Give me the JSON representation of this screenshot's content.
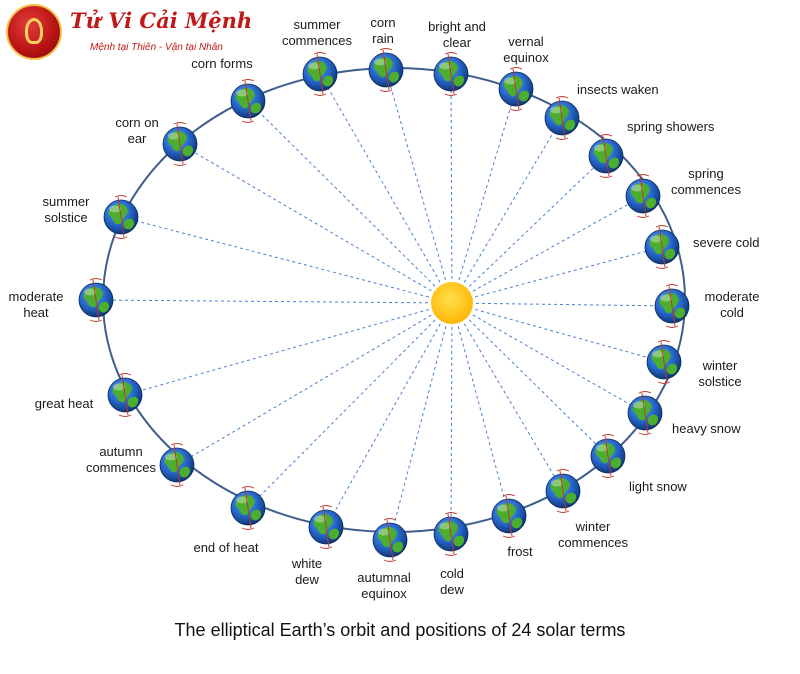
{
  "logo": {
    "title": "Tử Vi Cải Mệnh",
    "subtitle": "Mệnh tại Thiên - Vận tại Nhân"
  },
  "caption": "The elliptical Earth’s orbit and positions of 24 solar terms",
  "colors": {
    "orbit": "#3f5e8c",
    "rays": "#4a7fd0",
    "sun": "#ffc000",
    "earth_ocean": "#2565c7",
    "earth_land": "#4cae2f",
    "logo_red": "#c01818"
  },
  "terms": [
    {
      "key": "bright-and-clear",
      "label": [
        "bright and",
        "clear"
      ]
    },
    {
      "key": "vernal-equinox",
      "label": [
        "vernal",
        "equinox"
      ]
    },
    {
      "key": "insects-waken",
      "label": [
        "insects waken"
      ]
    },
    {
      "key": "spring-showers",
      "label": [
        "spring showers"
      ]
    },
    {
      "key": "spring-commences",
      "label": [
        "spring",
        "commences"
      ]
    },
    {
      "key": "severe-cold",
      "label": [
        "severe cold"
      ]
    },
    {
      "key": "moderate-cold",
      "label": [
        "moderate",
        "cold"
      ]
    },
    {
      "key": "winter-solstice",
      "label": [
        "winter",
        "solstice"
      ]
    },
    {
      "key": "heavy-snow",
      "label": [
        "heavy snow"
      ]
    },
    {
      "key": "light-snow",
      "label": [
        "light snow"
      ]
    },
    {
      "key": "winter-commences",
      "label": [
        "winter",
        "commences"
      ]
    },
    {
      "key": "frost",
      "label": [
        "frost"
      ]
    },
    {
      "key": "cold-dew",
      "label": [
        "cold",
        "dew"
      ]
    },
    {
      "key": "autumnal-equinox",
      "label": [
        "autumnal",
        "equinox"
      ]
    },
    {
      "key": "white-dew",
      "label": [
        "white",
        "dew"
      ]
    },
    {
      "key": "end-of-heat",
      "label": [
        "end of heat"
      ]
    },
    {
      "key": "autumn-commences",
      "label": [
        "autumn",
        "commences"
      ]
    },
    {
      "key": "great-heat",
      "label": [
        "great heat"
      ]
    },
    {
      "key": "moderate-heat",
      "label": [
        "moderate",
        "heat"
      ]
    },
    {
      "key": "summer-solstice",
      "label": [
        "summer",
        "solstice"
      ]
    },
    {
      "key": "corn-on-ear",
      "label": [
        "corn on",
        "ear"
      ]
    },
    {
      "key": "corn-forms",
      "label": [
        "corn forms"
      ]
    },
    {
      "key": "summer-commences",
      "label": [
        "summer",
        "commences"
      ]
    },
    {
      "key": "corn-rain",
      "label": [
        "corn",
        "rain"
      ]
    }
  ]
}
